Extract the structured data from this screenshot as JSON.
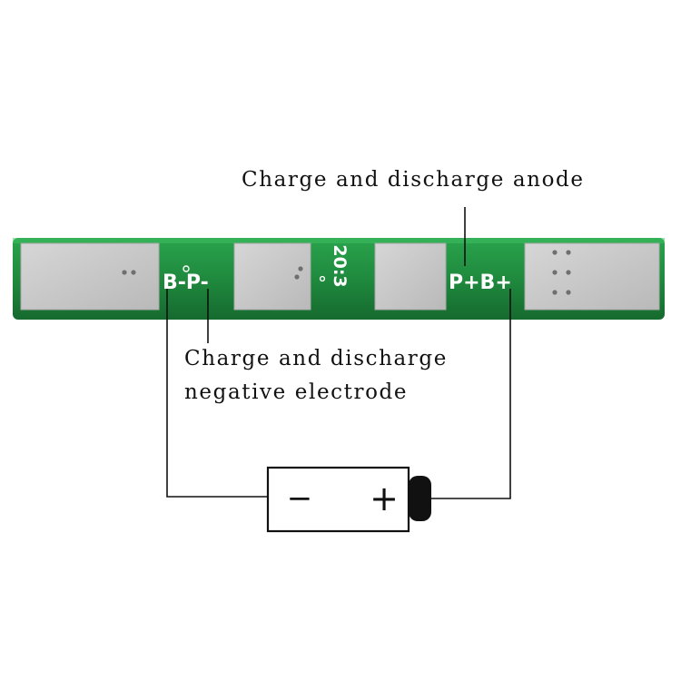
{
  "labels": {
    "anode": "Charge and discharge anode",
    "negative_line1": "Charge and discharge",
    "negative_line2": "negative electrode"
  },
  "board": {
    "silkscreen_left": "B-P-",
    "silkscreen_right": "P+B+",
    "date_code": "20:3",
    "color": "#1f8a3e",
    "pad_color": "#c9c9c9"
  },
  "battery": {
    "minus": "−",
    "plus": "+"
  }
}
